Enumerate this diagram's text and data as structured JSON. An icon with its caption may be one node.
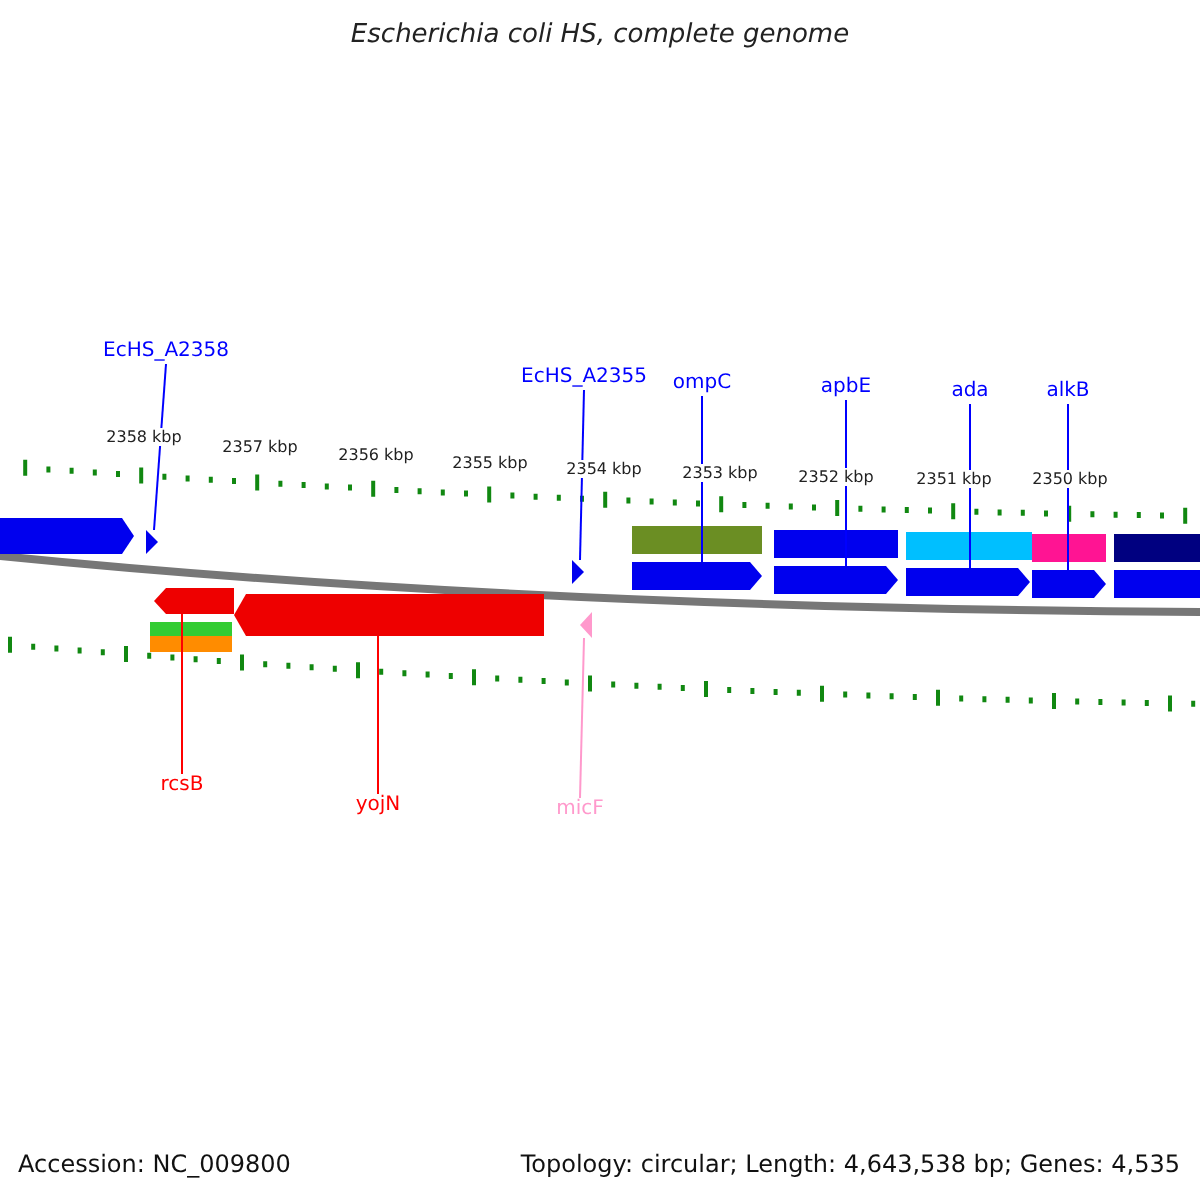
{
  "diagram": {
    "title": "Escherichia coli HS, complete genome",
    "nodes": [
      {
        "text": [
          "EcHS_A2358"
        ]
      },
      {
        "text": [
          "EcHS_A2355"
        ]
      },
      {
        "text": [
          "ompC"
        ]
      },
      {
        "text": [
          "apbE"
        ]
      },
      {
        "text": [
          "ada"
        ]
      },
      {
        "text": [
          "alkB"
        ]
      },
      {
        "text": [],
        "shape": "triangle"
      },
      {
        "text": [],
        "shape": "arrow"
      },
      {
        "text": [],
        "shape": "arrow"
      },
      {
        "text": [],
        "shape": "triangle"
      },
      {
        "text": [],
        "shape": "triangle"
      },
      {
        "text": [],
        "shape": "arrow"
      },
      {
        "text": [],
        "shape": "arrow"
      },
      {
        "text": [],
        "shape": "arrow"
      },
      {
        "text": [],
        "shape": "arrow"
      },
      {
        "text": [
          "rcsB"
        ]
      },
      {
        "text": [
          "yojN"
        ]
      },
      {
        "text": [
          "micF"
        ]
      }
    ],
    "edges": [
      {
        "from": 0,
        "to": 6,
        "arrow": "none"
      },
      {
        "from": 1,
        "to": 9,
        "arrow": "none"
      },
      {
        "from": 2,
        "to": 11,
        "arrow": "none"
      },
      {
        "from": 3,
        "to": 12,
        "arrow": "none"
      },
      {
        "from": 4,
        "to": 13,
        "arrow": "none"
      },
      {
        "from": 5,
        "to": 14,
        "arrow": "none"
      },
      {
        "from": 15,
        "to": 7,
        "arrow": "none",
        "color": "#ff0000"
      },
      {
        "from": 16,
        "to": 8,
        "arrow": "none",
        "color": "#ff0000"
      },
      {
        "from": 17,
        "to": 10,
        "arrow": "none",
        "color": "#ff99cc"
      }
    ],
    "labels": [
      "2358 kbp",
      "2357 kbp",
      "2356 kbp",
      "2355 kbp",
      "2354 kbp",
      "2353 kbp",
      "2352 kbp",
      "2351 kbp",
      "2350 kbp",
      "Accession: NC_009800",
      "Topology: circular; Length: 4,643,538 bp; Genes: 4,535"
    ]
  }
}
